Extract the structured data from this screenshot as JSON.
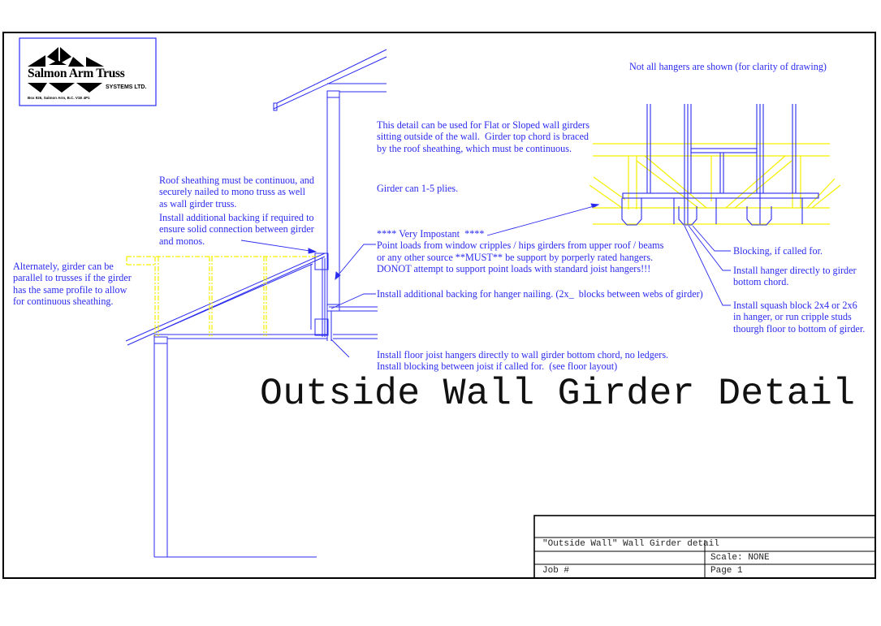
{
  "logo": {
    "name": "Salmon Arm Truss",
    "subtitle": "SYSTEMS LTD.",
    "address": "Box 926,   Salmon Arm,   B.C.  V1E 4P1"
  },
  "drawing_title": "Outside Wall Girder Detail",
  "notes": {
    "not_all_hangers": "Not all hangers are shown (for clarity of drawing)",
    "roof_sheathing": [
      "Roof sheathing must be continuou, and",
      "securely nailed to mono truss as well",
      "as wall girder truss."
    ],
    "additional_backing": [
      "Install additional backing if required to",
      "ensure solid connection between girder",
      "and monos."
    ],
    "alternately": [
      "Alternately, girder can be",
      "parallel to trusses if the girder",
      "has the same profile to allow",
      "for continuous sheathing."
    ],
    "this_detail": [
      "This detail can be used for Flat or Sloped wall girders",
      "sitting outside of the wall.  Girder top chord is braced",
      "by the roof sheathing, which must be continuous."
    ],
    "girder_plies": "Girder can 1-5 plies.",
    "very_important": [
      "**** Very Impostant  ****",
      "Point loads from window cripples / hips girders from upper roof / beams",
      "or any other source **MUST** be support by porperly rated hangers.",
      "DONOT attempt to support point loads with standard joist hangers!!!"
    ],
    "hanger_backing": "Install additional backing for hanger nailing. (2x_  blocks between webs of girder)",
    "floor_joist": [
      "Install floor joist hangers directly to wall girder bottom chord, no ledgers.",
      "Install blocking between joist if called for.  (see floor layout)"
    ],
    "blocking": "Blocking, if called for.",
    "install_hanger": [
      "Install hanger directly to girder",
      "bottom chord."
    ],
    "squash_block": [
      "Install squash block 2x4 or 2x6",
      "in hanger, or run cripple studs",
      "thourgh floor to bottom of girder."
    ]
  },
  "title_block": {
    "description": "\"Outside Wall\" Wall Girder detail",
    "scale": "Scale: NONE",
    "job": "Job #",
    "page": "Page 1"
  },
  "colors": {
    "line": "#2b2bf0",
    "hidden_line": "#f5f000",
    "text": "#2b2bf0"
  }
}
